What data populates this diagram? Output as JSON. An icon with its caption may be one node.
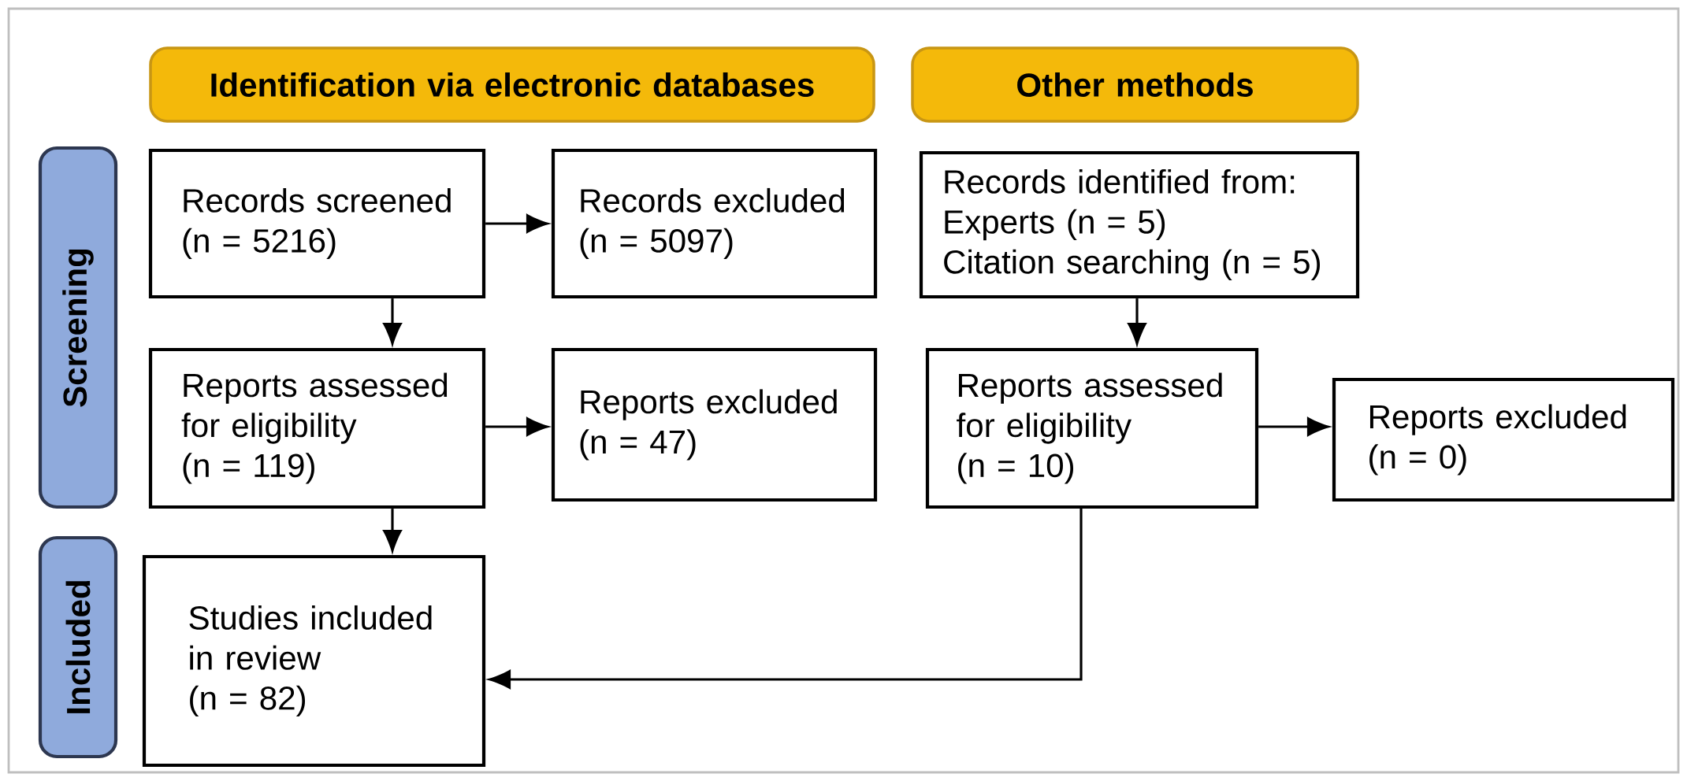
{
  "diagram": {
    "nodes": [
      {
        "text": [
          "Identification via electronic databases"
        ]
      },
      {
        "text": [
          "Other methods"
        ]
      },
      {
        "text": [
          "Screening"
        ]
      },
      {
        "text": [
          "Included"
        ]
      },
      {
        "text": [
          "Records screened",
          "(n = 5216)"
        ]
      },
      {
        "text": [
          "Records excluded",
          "(n = 5097)"
        ]
      },
      {
        "text": [
          "Records identified from:",
          "Experts (n = 5)",
          "Citation searching (n = 5)"
        ]
      },
      {
        "text": [
          "Reports assessed for eligibility",
          "(n = 119)"
        ]
      },
      {
        "text": [
          "Reports excluded",
          "(n = 47)"
        ]
      },
      {
        "text": [
          "Reports assessed for eligibility",
          "(n = 10)"
        ]
      },
      {
        "text": [
          "Reports excluded",
          "(n = 0)"
        ]
      },
      {
        "text": [
          "Studies included in review",
          "(n = 82)"
        ]
      }
    ],
    "edges": [
      {
        "from": 4,
        "to": 5,
        "arrow": "to"
      },
      {
        "from": 4,
        "to": 7,
        "arrow": "to"
      },
      {
        "from": 7,
        "to": 8,
        "arrow": "to"
      },
      {
        "from": 7,
        "to": 11,
        "arrow": "to"
      },
      {
        "from": 6,
        "to": 9,
        "arrow": "to"
      },
      {
        "from": 9,
        "to": 10,
        "arrow": "to"
      },
      {
        "from": 9,
        "to": 11,
        "arrow": "to"
      }
    ]
  }
}
